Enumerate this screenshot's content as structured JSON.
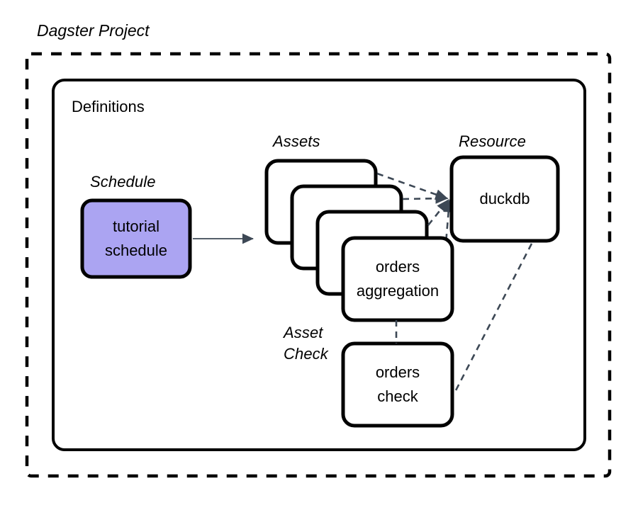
{
  "diagram": {
    "title": "Dagster Project",
    "outer_container": {
      "name": "Dagster Project",
      "border_style": "dashed",
      "border_color": "#000000"
    },
    "inner_container": {
      "label": "Definitions",
      "border_style": "solid",
      "border_color": "#000000"
    },
    "groups": [
      {
        "label": "Schedule"
      },
      {
        "label": "Assets"
      },
      {
        "label": "Resource"
      },
      {
        "label": "Asset",
        "label_line2": "Check"
      }
    ],
    "nodes": [
      {
        "id": "tutorial-schedule",
        "kind": "schedule",
        "line1": "tutorial",
        "line2": "schedule",
        "fill": "#aba4f2",
        "stroke": "#000000"
      },
      {
        "id": "asset-card-1",
        "kind": "asset",
        "line1": "",
        "line2": "",
        "fill": "#ffffff",
        "stroke": "#000000"
      },
      {
        "id": "asset-card-2",
        "kind": "asset",
        "line1": "",
        "line2": "",
        "fill": "#ffffff",
        "stroke": "#000000"
      },
      {
        "id": "asset-card-3",
        "kind": "asset",
        "line1": "",
        "line2": "",
        "fill": "#ffffff",
        "stroke": "#000000"
      },
      {
        "id": "orders-aggregation",
        "kind": "asset",
        "line1": "orders",
        "line2": "aggregation",
        "fill": "#ffffff",
        "stroke": "#000000"
      },
      {
        "id": "duckdb",
        "kind": "resource",
        "line1": "duckdb",
        "line2": "",
        "fill": "#ffffff",
        "stroke": "#000000"
      },
      {
        "id": "orders-check",
        "kind": "asset-check",
        "line1": "orders",
        "line2": "check",
        "fill": "#ffffff",
        "stroke": "#000000"
      }
    ],
    "edges": [
      {
        "id": "schedule-to-assets",
        "from": "tutorial-schedule",
        "to": "asset-card-1",
        "style": "solid-arrow",
        "color": "#3d4855"
      },
      {
        "id": "asset1-to-duckdb",
        "from": "asset-card-1",
        "to": "duckdb",
        "style": "dashed",
        "color": "#3d4855"
      },
      {
        "id": "asset2-to-duckdb",
        "from": "asset-card-2",
        "to": "duckdb",
        "style": "dashed",
        "color": "#3d4855"
      },
      {
        "id": "asset3-to-duckdb",
        "from": "asset-card-3",
        "to": "duckdb",
        "style": "dashed",
        "color": "#3d4855"
      },
      {
        "id": "orders-aggregation-to-duckdb",
        "from": "orders-aggregation",
        "to": "duckdb",
        "style": "dashed",
        "color": "#3d4855"
      },
      {
        "id": "orders-aggregation-to-orders-check",
        "from": "orders-aggregation",
        "to": "orders-check",
        "style": "dashed",
        "color": "#3d4855"
      },
      {
        "id": "duckdb-to-orders-check",
        "from": "duckdb",
        "to": "orders-check",
        "style": "dashed",
        "color": "#3d4855"
      }
    ],
    "colors": {
      "schedule_fill": "#aba4f2",
      "node_fill": "#ffffff",
      "stroke": "#000000",
      "connector": "#3d4855",
      "background": "#ffffff"
    }
  }
}
